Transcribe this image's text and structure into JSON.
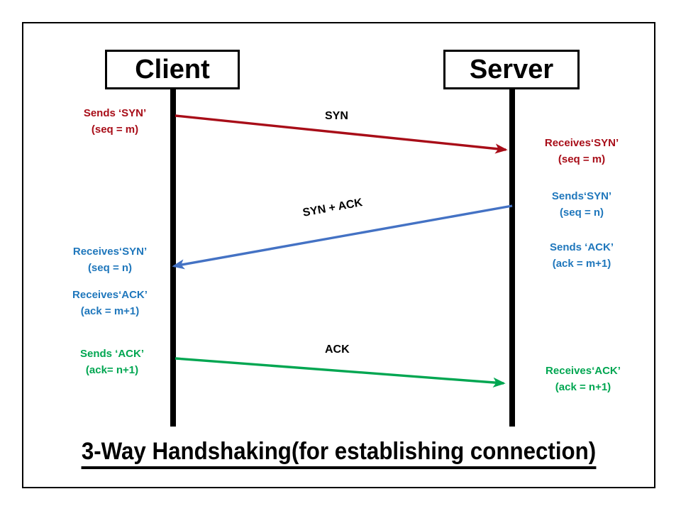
{
  "diagram": {
    "title": "3-Way Handshaking(for establishing connection)",
    "nodes": {
      "client": "Client",
      "server": "Server"
    },
    "colors": {
      "syn": "#A80D18",
      "syn_ack": "#4472C4",
      "ack": "#00A651",
      "lifeline": "#000000",
      "frame": "#000000"
    },
    "arrow_labels": {
      "syn": "SYN",
      "syn_ack": "SYN + ACK",
      "ack": "ACK"
    },
    "notes": {
      "client_sends_syn": {
        "line1": "Sends ‘SYN’",
        "line2": "(seq = m)"
      },
      "server_receives_syn": {
        "line1": "Receives‘SYN’",
        "line2": "(seq = m)"
      },
      "server_sends_syn": {
        "line1": "Sends‘SYN’",
        "line2": "(seq = n)"
      },
      "server_sends_ack": {
        "line1": "Sends ‘ACK’",
        "line2": "(ack = m+1)"
      },
      "client_receives_syn": {
        "line1": "Receives‘SYN’",
        "line2": "(seq = n)"
      },
      "client_receives_ack": {
        "line1": "Receives‘ACK’",
        "line2": "(ack = m+1)"
      },
      "client_sends_ack": {
        "line1": "Sends ‘ACK’",
        "line2": "(ack= n+1)"
      },
      "server_receives_ack": {
        "line1": "Receives‘ACK’",
        "line2": "(ack = n+1)"
      }
    },
    "messages": [
      {
        "name": "SYN",
        "from": "client",
        "to": "server",
        "color": "#A80D18"
      },
      {
        "name": "SYN + ACK",
        "from": "server",
        "to": "client",
        "color": "#4472C4"
      },
      {
        "name": "ACK",
        "from": "client",
        "to": "server",
        "color": "#00A651"
      }
    ]
  }
}
